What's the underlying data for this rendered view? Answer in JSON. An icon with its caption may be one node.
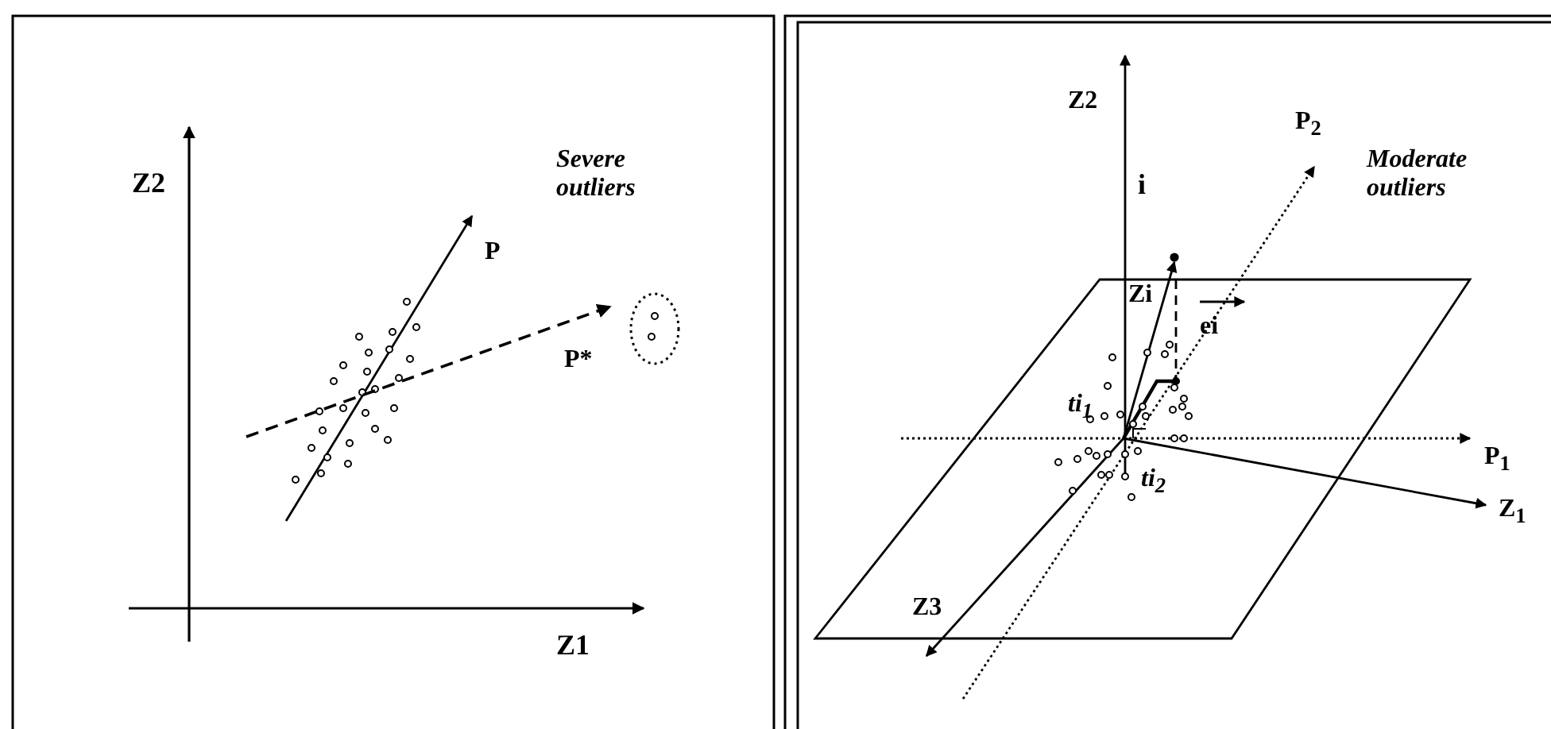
{
  "diagram": {
    "labels": [
      "Severe outliers",
      "Z2",
      "P",
      "P*",
      "Z1",
      "Z2",
      "P$_{2}$",
      "Moderate outliers",
      "i",
      "Zi",
      "ei",
      "ti$_{1}$",
      "P$_{1}$",
      "ti$_{2}$",
      "Z$_{1}$",
      "Z3"
    ]
  }
}
